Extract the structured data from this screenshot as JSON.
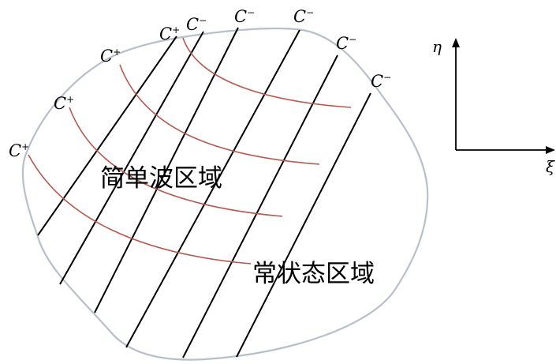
{
  "labels": {
    "c_plus_base": "C",
    "c_plus_sup": "+",
    "c_minus_base": "C",
    "c_minus_sup": "−"
  },
  "regions": {
    "simple_wave": "简单波区域",
    "constant_state": "常状态区域"
  },
  "axes": {
    "vertical": "η",
    "horizontal": "ξ"
  },
  "colors": {
    "boundary": "#b9bfca",
    "c_minus_lines": "#000000",
    "c_plus_curves": "#b8584f"
  }
}
